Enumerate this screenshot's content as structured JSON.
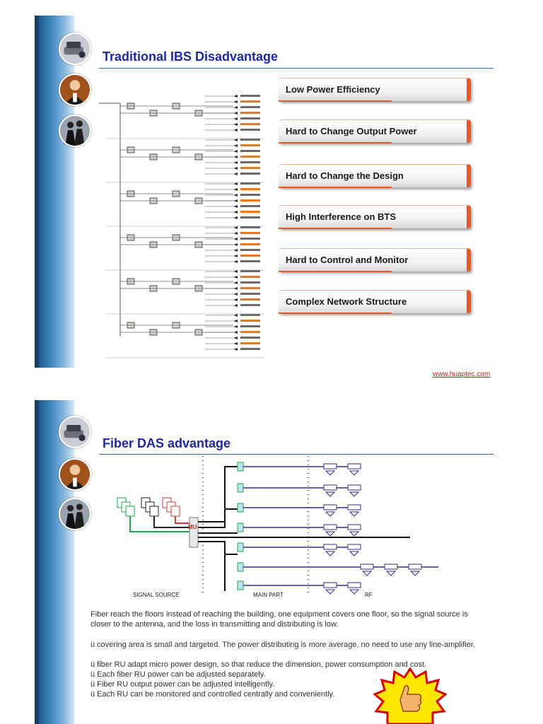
{
  "slide1": {
    "title": "Traditional IBS Disadvantage",
    "disadvantages": [
      "Low Power Efficiency",
      "Hard to Change Output Power",
      "Hard to Change the Design",
      "High Interference on BTS",
      "Hard to Control and Monitor",
      "Complex Network Structure"
    ],
    "url": "www.huaptec.com"
  },
  "slide2": {
    "title": "Fiber DAS advantage",
    "diagram_labels": {
      "signal_source": "SIGNAL SOURCE",
      "main_part": "MAIN PART",
      "rf": "RF",
      "mu": "MU"
    },
    "paragraph": "Fiber reach the floors instead of reaching the building, one equipment covers one floor, so the signal source is closer to the antenna, and the loss in transmitting and distributing is low.",
    "bullets": [
      "ü covering area is small and targeted. The power distributing is more average, no need to use any line-amplifier.",
      "ü fiber RU adapt micro power design, so that reduce the dimension, power consumption and cost.",
      "ü Each fiber RU power can be adjusted separately.",
      "ü Fiber RU output power can be adjusted intelligently.",
      "ü Each RU can be monitored and controlled centrally and conveniently."
    ]
  },
  "colors": {
    "title": "#1d2aa0",
    "accent_orange": "#e35a2a",
    "url_red": "#c0281c",
    "sidebar_blue": "#3f86bd",
    "diagram_green": "#1aa84a",
    "diagram_purple": "#3a2a8c"
  },
  "icons": [
    "office-equipment-photo-icon",
    "businessman-photo-icon",
    "business-people-photo-icon",
    "thumbs-up-stamp-icon"
  ]
}
